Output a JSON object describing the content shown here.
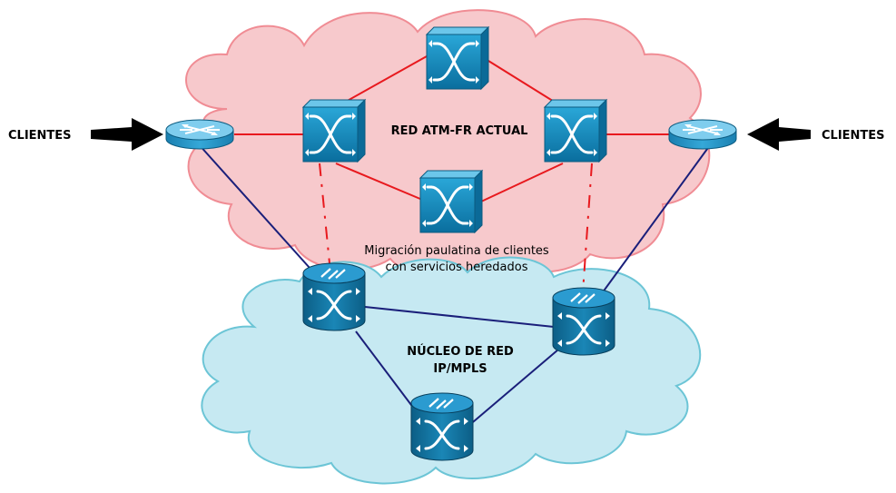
{
  "labels": {
    "clients_left": "CLIENTES",
    "clients_right": "CLIENTES",
    "atm_cloud": "RED ATM-FR ACTUAL",
    "core_line1": "NÚCLEO DE RED",
    "core_line2": "IP/MPLS",
    "migration_line1": "Migración paulatina de clientes",
    "migration_line2": "con servicios heredados"
  },
  "colors": {
    "atm_cloud_fill": "#f7c9cc",
    "atm_cloud_stroke": "#f08c94",
    "core_cloud_fill": "#c6e9f2",
    "core_cloud_stroke": "#6cc5d6",
    "atm_link": "#e8191e",
    "core_link": "#1a1f7a",
    "device_blue": "#1b8fc0"
  },
  "icons": {
    "atm_switch": "atm-switch-icon",
    "router": "router-icon",
    "mpls_router": "mpls-router-icon",
    "arrow": "black-arrow-icon"
  }
}
